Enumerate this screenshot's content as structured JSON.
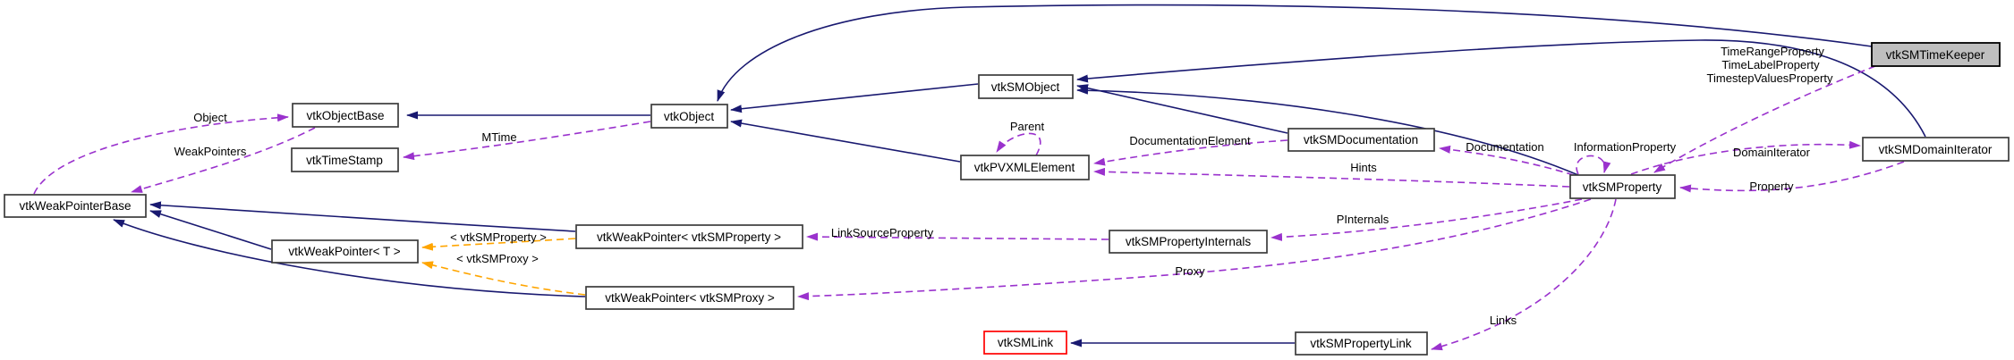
{
  "diagram": {
    "kind": "class-collaboration-graph",
    "focus_class": "vtkSMTimeKeeper",
    "colors": {
      "inheritance_edge": "#191970",
      "usage_edge": "#9a32cd",
      "template_edge": "#ffa500",
      "node_fill": "#ffffff",
      "focus_node_fill": "#bfbfbf",
      "node_border": "#3c3c3c",
      "truncated_node_border": "#ff0000",
      "text": "#000000",
      "background": "#ffffff"
    },
    "nodes": {
      "weakPointerBase": {
        "label": "vtkWeakPointerBase"
      },
      "objectBase": {
        "label": "vtkObjectBase"
      },
      "timeStamp": {
        "label": "vtkTimeStamp"
      },
      "weakPointerT": {
        "label": "vtkWeakPointer< T >"
      },
      "object": {
        "label": "vtkObject"
      },
      "smObject": {
        "label": "vtkSMObject"
      },
      "pvXmlElement": {
        "label": "vtkPVXMLElement"
      },
      "smDocumentation": {
        "label": "vtkSMDocumentation"
      },
      "smProperty": {
        "label": "vtkSMProperty"
      },
      "smDomainIterator": {
        "label": "vtkSMDomainIterator"
      },
      "smTimeKeeper": {
        "label": "vtkSMTimeKeeper"
      },
      "weakPointerSMProperty": {
        "label": "vtkWeakPointer< vtkSMProperty >"
      },
      "weakPointerSMProxy": {
        "label": "vtkWeakPointer< vtkSMProxy >"
      },
      "smPropertyInternals": {
        "label": "vtkSMPropertyInternals"
      },
      "smLink": {
        "label": "vtkSMLink"
      },
      "smPropertyLink": {
        "label": "vtkSMPropertyLink"
      }
    },
    "edge_labels": {
      "object": "Object",
      "weak_pointers": "WeakPointers",
      "mtime": "MTime",
      "parent": "Parent",
      "documentation_element": "DocumentationElement",
      "documentation": "Documentation",
      "information_property": "InformationProperty",
      "hints": "Hints",
      "time_range_property": "TimeRangeProperty",
      "time_label_property": "TimeLabelProperty",
      "timestep_values_property": "TimestepValuesProperty",
      "domain_iterator": "DomainIterator",
      "property": "Property",
      "pinternals": "PInternals",
      "link_source_property": "LinkSourceProperty",
      "proxy": "Proxy",
      "links": "Links",
      "tmpl_sm_property": "< vtkSMProperty >",
      "tmpl_sm_proxy": "< vtkSMProxy >"
    },
    "edges": [
      {
        "from": "vtkObject",
        "to": "vtkObjectBase",
        "type": "inheritance"
      },
      {
        "from": "vtkSMObject",
        "to": "vtkObject",
        "type": "inheritance"
      },
      {
        "from": "vtkPVXMLElement",
        "to": "vtkObject",
        "type": "inheritance"
      },
      {
        "from": "vtkSMTimeKeeper",
        "to": "vtkObject",
        "type": "inheritance"
      },
      {
        "from": "vtkSMDocumentation",
        "to": "vtkSMObject",
        "type": "inheritance"
      },
      {
        "from": "vtkSMProperty",
        "to": "vtkSMObject",
        "type": "inheritance"
      },
      {
        "from": "vtkSMDomainIterator",
        "to": "vtkSMObject",
        "type": "inheritance"
      },
      {
        "from": "vtkWeakPointer< T >",
        "to": "vtkWeakPointerBase",
        "type": "inheritance"
      },
      {
        "from": "vtkWeakPointer< vtkSMProperty >",
        "to": "vtkWeakPointerBase",
        "type": "inheritance"
      },
      {
        "from": "vtkWeakPointer< vtkSMProxy >",
        "to": "vtkWeakPointerBase",
        "type": "inheritance"
      },
      {
        "from": "vtkSMPropertyLink",
        "to": "vtkSMLink",
        "type": "inheritance"
      },
      {
        "from": "vtkWeakPointerBase",
        "to": "vtkObjectBase",
        "type": "usage",
        "label": "Object"
      },
      {
        "from": "vtkObjectBase",
        "to": "vtkWeakPointerBase",
        "type": "usage",
        "label": "WeakPointers"
      },
      {
        "from": "vtkObject",
        "to": "vtkTimeStamp",
        "type": "usage",
        "label": "MTime"
      },
      {
        "from": "vtkPVXMLElement",
        "to": "vtkPVXMLElement",
        "type": "usage",
        "label": "Parent"
      },
      {
        "from": "vtkSMDocumentation",
        "to": "vtkPVXMLElement",
        "type": "usage",
        "label": "DocumentationElement"
      },
      {
        "from": "vtkSMProperty",
        "to": "vtkPVXMLElement",
        "type": "usage",
        "label": "Hints"
      },
      {
        "from": "vtkSMProperty",
        "to": "vtkSMDocumentation",
        "type": "usage",
        "label": "Documentation"
      },
      {
        "from": "vtkSMProperty",
        "to": "vtkSMProperty",
        "type": "usage",
        "label": "InformationProperty"
      },
      {
        "from": "vtkSMTimeKeeper",
        "to": "vtkSMProperty",
        "type": "usage",
        "label": "TimeRangeProperty\nTimeLabelProperty\nTimestepValuesProperty"
      },
      {
        "from": "vtkSMProperty",
        "to": "vtkSMDomainIterator",
        "type": "usage",
        "label": "DomainIterator"
      },
      {
        "from": "vtkSMDomainIterator",
        "to": "vtkSMProperty",
        "type": "usage",
        "label": "Property"
      },
      {
        "from": "vtkSMProperty",
        "to": "vtkSMPropertyInternals",
        "type": "usage",
        "label": "PInternals"
      },
      {
        "from": "vtkSMPropertyInternals",
        "to": "vtkWeakPointer< vtkSMProperty >",
        "type": "usage",
        "label": "LinkSourceProperty"
      },
      {
        "from": "vtkSMProperty",
        "to": "vtkWeakPointer< vtkSMProxy >",
        "type": "usage",
        "label": "Proxy"
      },
      {
        "from": "vtkSMProperty",
        "to": "vtkSMPropertyLink",
        "type": "usage",
        "label": "Links"
      },
      {
        "from": "vtkWeakPointer< vtkSMProperty >",
        "to": "vtkWeakPointer< T >",
        "type": "template-instantiation",
        "label": "< vtkSMProperty >"
      },
      {
        "from": "vtkWeakPointer< vtkSMProxy >",
        "to": "vtkWeakPointer< T >",
        "type": "template-instantiation",
        "label": "< vtkSMProxy >"
      }
    ]
  }
}
